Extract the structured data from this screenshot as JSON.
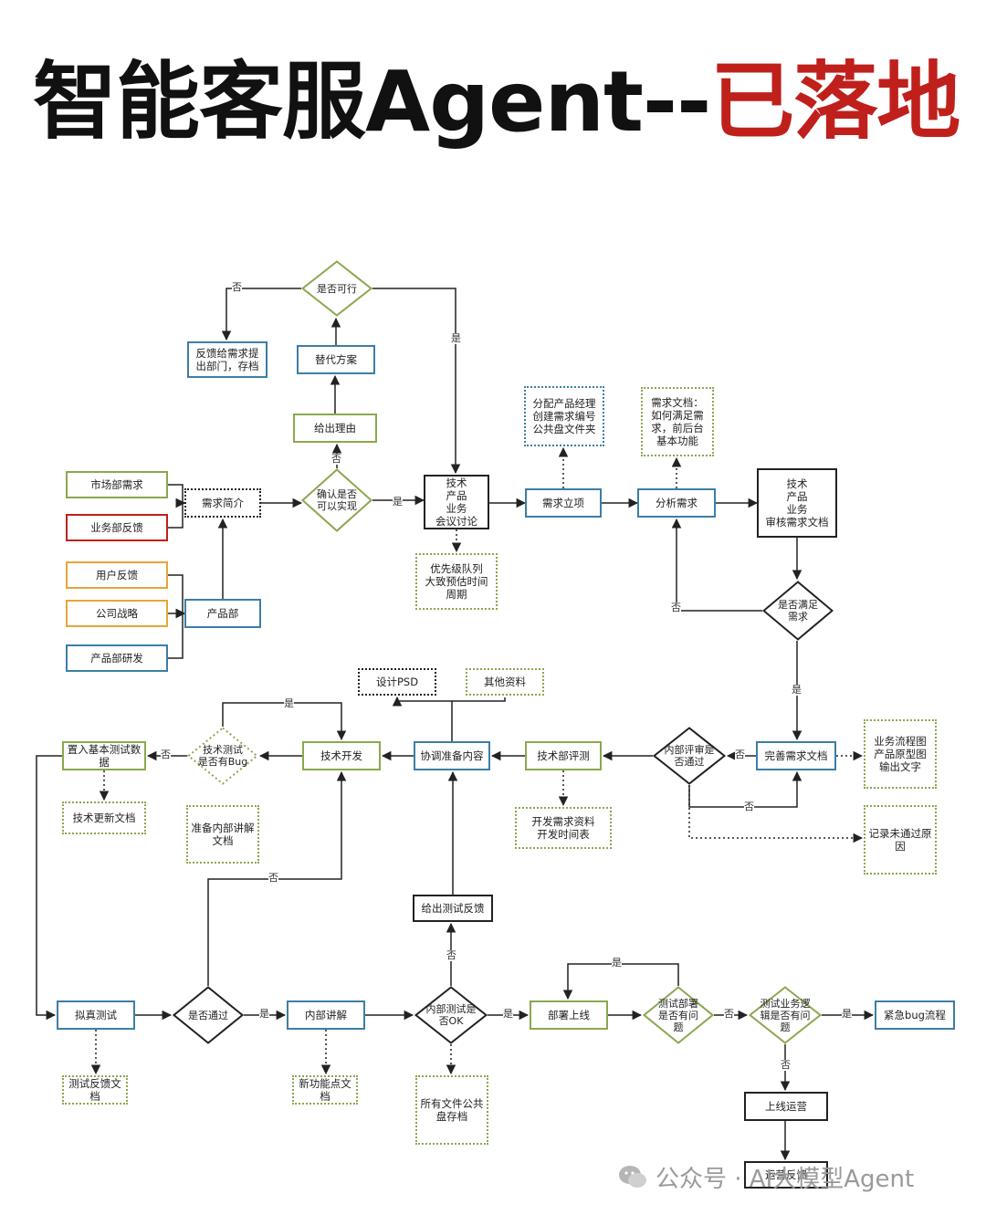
{
  "title": {
    "main": "智能客服Agent--",
    "highlight": "已落地"
  },
  "colors": {
    "green": "#8aa84f",
    "blue": "#3d7ea6",
    "red": "#c0201b",
    "orange": "#e8a43a",
    "black": "#222222",
    "dotted": "#555555"
  },
  "nodes": {
    "market": "市场部需求",
    "bizfb": "业务部反馈",
    "userfb": "用户反馈",
    "strategy": "公司战略",
    "prdrnd": "产品部研发",
    "intro": "需求简介",
    "prodDept": "产品部",
    "confirm": "确认是否可以实现",
    "reason": "给出理由",
    "alt": "替代方案",
    "feasible": "是否可行",
    "fbdept": "反馈给需求提出部门，存档",
    "meeting": "技术\n产品\n业务\n会议讨论",
    "queue": "优先级队列\n大致预估时间\n周期",
    "setup": "需求立项",
    "assign": "分配产品经理\n创建需求编号\n公共盘文件夹",
    "analyze": "分析需求",
    "reqdoc": "需求文档：\n如何满足需求，前后台\n基本功能",
    "review": "技术\n产品\n业务\n审核需求文档",
    "meet": "是否满足需求",
    "improve": "完善需求文档",
    "bizflow": "业务流程图\n产品原型图\n输出文字",
    "inner": "内部评审是否通过",
    "record": "记录未通过原因",
    "techrev": "技术部评测",
    "devres": "开发需求资料\n开发时间表",
    "coord": "协调准备内容",
    "psd": "设计PSD",
    "other": "其他资料",
    "dev": "技术开发",
    "bug": "技术测试是否有Bug",
    "basic": "置入基本测试数据",
    "techdoc": "技术更新文档",
    "prepare": "准备内部讲解文档",
    "testfb": "给出测试反馈",
    "sim": "拟真测试",
    "pass": "是否通过",
    "explain": "内部讲解",
    "internal": "内部测试是否OK",
    "deploy": "部署上线",
    "deploytest": "测试部署是否有问题",
    "bizlogic": "测试业务逻辑是否有问题",
    "urgent": "紧急bug流程",
    "simdoc": "测试反馈文档",
    "feature": "新功能点文档",
    "allfiles": "所有文件公共盘存档",
    "ops": "上线运营",
    "opsfb": "运营反馈"
  },
  "labels": {
    "yes": "是",
    "no": "否"
  },
  "watermark": {
    "text": "公众号 · AI大模型Agent",
    "icon": "wechat-icon"
  }
}
